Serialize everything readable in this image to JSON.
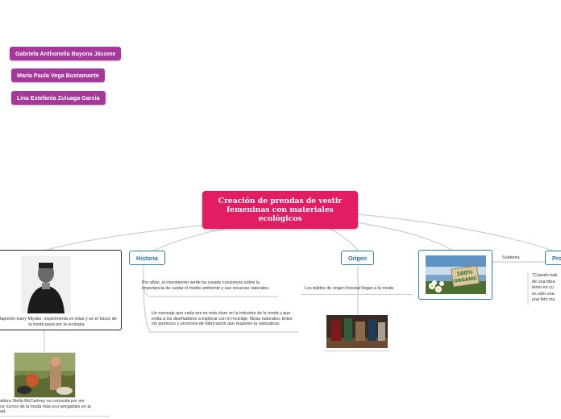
{
  "authors": [
    "Gabriela Anthonella Bayona Jácome",
    "María Paula Vega Bustamante",
    "Lina Estefanía Zuluaga Garcia"
  ],
  "central_topic": "Creación de prendas de vestir femeninas con materiales ecológicos",
  "topics": {
    "historia": {
      "label": "Historia",
      "notes": [
        "Por años, el movimiento verde ha creado conciencia sobre la importancia de cuidar el medio ambiente y sus recursos naturales.",
        "Un mensaje que cada vez es más claro en la industria de la moda y que invita a los diseñadores a explorar con el reciclaje, fibras naturales, tintes sin químicos y procesos de fabricación que respeten la naturaleza."
      ]
    },
    "origen": {
      "label": "Origen",
      "note": "Los tejidos de origen forestal llegan a la moda"
    },
    "pro": {
      "label": "Pro",
      "subtopic": "Subtema",
      "quote_lines": [
        "\"Cuando hab",
        "de una fibra",
        "tener en cu",
        "es sólo una",
        "una foto mu"
      ]
    }
  },
  "miyake_caption": "r Japonés Issey Miyake, experimenta en telas y ue el futuro de la moda pasa por la ecología",
  "mccartney_caption_lines": [
    "adora Stella McCartney es conocida por ser",
    "os íconos de la moda más eco-amigables en la",
    "ad."
  ],
  "organic_tag": [
    "100%",
    "ORGANIC"
  ],
  "colors": {
    "author_bg": "#a6379b",
    "central_bg": "#e21d63",
    "topic_border": "#2b82c9",
    "topic_text": "#1f6fb4"
  }
}
